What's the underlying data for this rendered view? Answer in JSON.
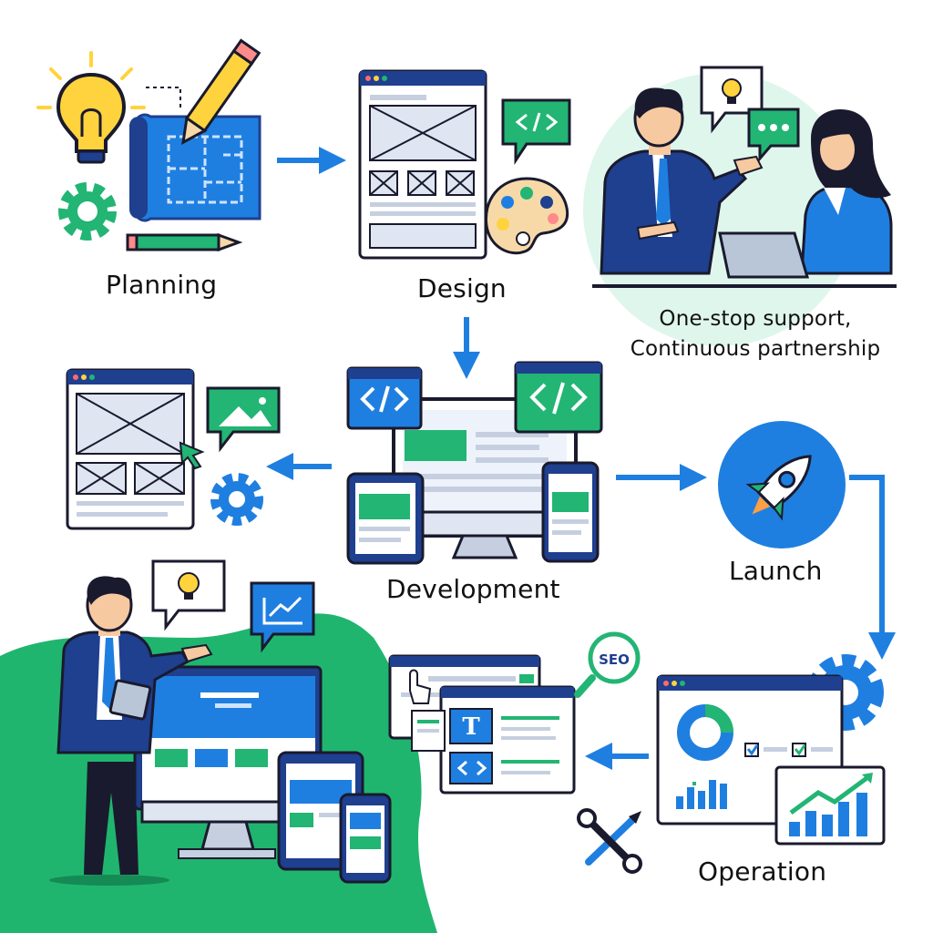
{
  "stages": {
    "planning": "Planning",
    "design": "Design",
    "development": "Development",
    "launch": "Launch",
    "operation": "Operation"
  },
  "tagline": {
    "line1": "One-stop support,",
    "line2": "Continuous partnership"
  },
  "badges": {
    "seo": "SEO",
    "text_tool": "T"
  },
  "colors": {
    "navy": "#1f3f8f",
    "blue": "#1f7fe0",
    "green": "#22b573",
    "yellow": "#ffd33d",
    "ink": "#1a1a2e",
    "wire": "#dfe6f2"
  }
}
